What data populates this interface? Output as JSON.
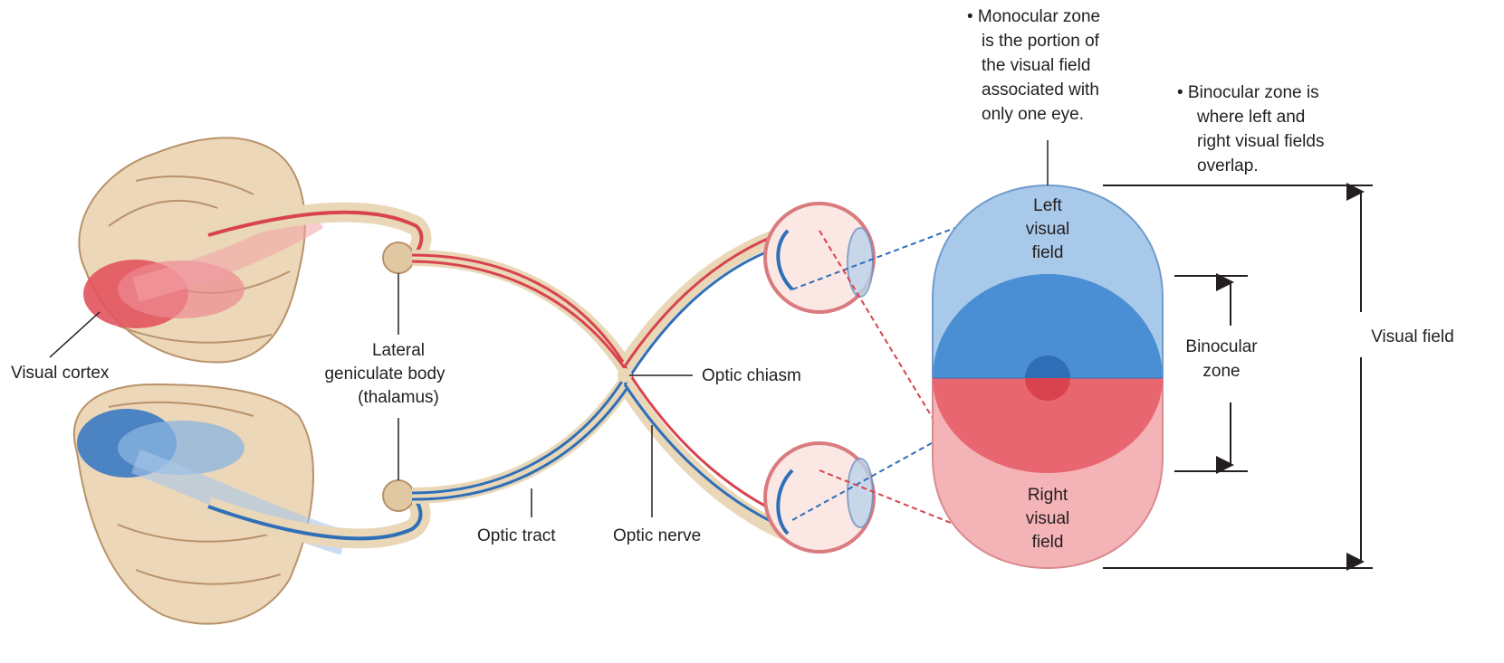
{
  "labels": {
    "visual_cortex": "Visual cortex",
    "lgb_line1": "Lateral",
    "lgb_line2": "geniculate body",
    "lgb_line3": "(thalamus)",
    "optic_chiasm": "Optic chiasm",
    "optic_tract": "Optic tract",
    "optic_nerve": "Optic nerve",
    "left_field_1": "Left",
    "left_field_2": "visual",
    "left_field_3": "field",
    "right_field_1": "Right",
    "right_field_2": "visual",
    "right_field_3": "field",
    "binocular_1": "Binocular",
    "binocular_2": "zone",
    "visual_field": "Visual field"
  },
  "notes": {
    "monocular": [
      "• Monocular zone",
      "is the portion of",
      "the visual field",
      "associated with",
      "only one eye."
    ],
    "binocular": [
      "• Binocular zone is",
      "where left and",
      "right visual fields",
      "overlap."
    ]
  },
  "colors": {
    "left_field": "#a9c9ea",
    "right_field": "#f4b3b6",
    "overlap_top": "#4a8ed3",
    "overlap_bottom": "#e86670",
    "red_pathway": "#d8434e",
    "blue_pathway": "#2f6fb8",
    "nerve_sheath": "#e9d7b8",
    "brain": "#e8cfae"
  }
}
